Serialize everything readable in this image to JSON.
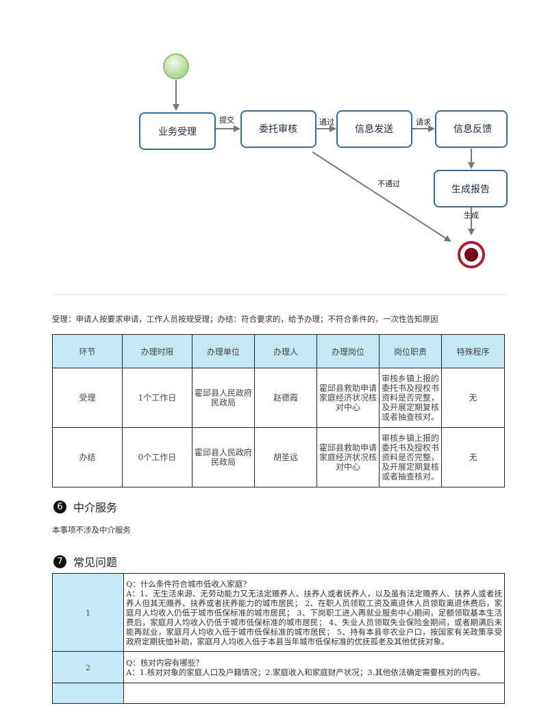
{
  "flow": {
    "nodes": {
      "accept": "业务受理",
      "review": "委托审核",
      "send": "信息发送",
      "feedback": "信息反馈",
      "report": "生成报告"
    },
    "edges": {
      "submit": "提交",
      "pass": "通过",
      "request": "请求",
      "reject": "不通过",
      "generate": "生成"
    }
  },
  "description": "受理：申请人按要求申请，工作人员按规受理；办结：符合要求的，给予办理；不符合条件的，一次性告知原因",
  "steps_table": {
    "headers": [
      "环节",
      "办理时限",
      "办理单位",
      "办理人",
      "办理岗位",
      "岗位职责",
      "特殊程序"
    ],
    "rows": [
      {
        "stage": "受理",
        "time_limit": "1个工作日",
        "unit": "霍邱县人民政府民政局",
        "handler": "赵德霞",
        "post": "霍邱县救助申请家庭经济状况核对中心",
        "duty": "审核乡镇上报的委托书及授权书资料是否完整，及开展定期复核或者抽查核对。",
        "special": "无"
      },
      {
        "stage": "办结",
        "time_limit": "0个工作日",
        "unit": "霍邱县人民政府民政局",
        "handler": "胡圣远",
        "post": "霍邱县救助申请家庭经济状况核对中心",
        "duty": "审核乡镇上报的委托书及授权书资料是否完整，及开展定期复核或者抽查核对。",
        "special": "无"
      }
    ]
  },
  "intermediary": {
    "badge": "❻",
    "title": "中介服务",
    "text": "本事项不涉及中介服务"
  },
  "faq": {
    "badge": "❼",
    "title": "常见问题",
    "items": [
      {
        "num": "1",
        "q": "Q：什么条件符合城市低收入家庭？",
        "a": "A：1、无生活来源、无劳动能力又无法定赡养人、扶养人或者抚养人，以及虽有法定赡养人、扶养人或者抚养人但其无赡养、扶养或者抚养能力的城市居民； 2、在职人员领取工资及离退休人员领取离退休费后，家庭月人均收入仍低于城市低保标准的城市居民； 3、下岗职工进入再就业服务中心期间，足额领取基本生活费后，家庭月人均收入仍低于城市低保标准的城市居民； 4、失业人员领取失业保险金期间，或者期满后未能再就业，家庭月人均收入低于城市低保标准的城市居民； 5、持有本县非农业户口，按国家有关政策享受政府定期抚恤补助，家庭月人均收入低于本县当年城市低保标准的优抚孤老及其他优抚对象。"
      },
      {
        "num": "2",
        "q": "Q：核对内容有哪些？",
        "a": "A：1.核对对象的家庭人口及户籍情况；2.家庭收入和家庭财产状况；3.其他依法确定需要核对的内容。"
      }
    ]
  },
  "colors": {
    "node_border": "#2f6f9f",
    "header_bg": "#c6e9f8",
    "start_node": "#b8e0a0",
    "end_node": "#b01c2e"
  }
}
